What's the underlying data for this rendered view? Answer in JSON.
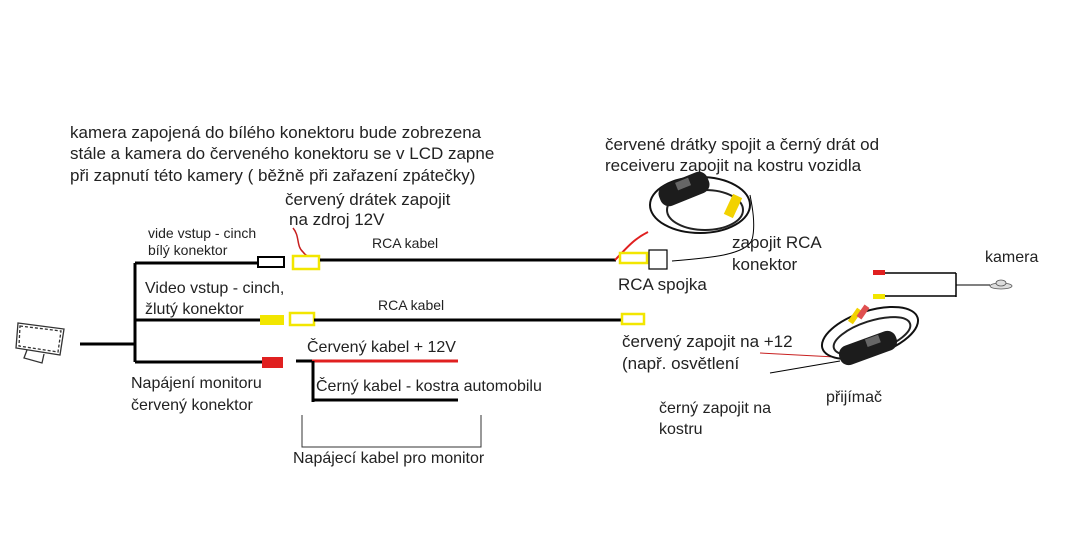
{
  "note": {
    "lines": [
      "kamera zapojená do bílého konektoru bude zobrezena",
      "stále a kamera do červeného konektoru se v LCD zapne",
      "při zapnutí této kamery ( běžně při zařazení zpátečky)"
    ]
  },
  "labels": {
    "red_wire_line1": "červený drátek zapojit",
    "red_wire_line2": "na zdroj 12V",
    "white_input_line1": "vide vstup - cinch",
    "white_input_line2": "bílý konektor",
    "rca_cable_top": "RCA kabel",
    "yellow_input_line1": "Video vstup - cinch,",
    "yellow_input_line2": "žlutý konektor",
    "rca_cable_middle": "RCA kabel",
    "power_line1": "Napájení monitoru",
    "power_line2": "červený konektor",
    "red_cable": "Červený kabel + 12V",
    "black_cable": "Černý kabel - kostra automobilu",
    "power_cable": "Napájecí kabel pro monitor",
    "receiver_note_line1": "červené drátky spojit a černý drát od",
    "receiver_note_line2": "receiveru zapojit na kostru vozidla",
    "connect_rca_line1": "zapojit RCA",
    "connect_rca_line2": "konektor",
    "rca_coupler": "RCA spojka",
    "red_12_line1": "červený zapojit na +12",
    "red_12_line2": "(např. osvětlení",
    "black_ground_line1": "černý zapojit na",
    "black_ground_line2": "kostru",
    "receiver": "přijímač",
    "camera": "kamera"
  },
  "colors": {
    "wire": "#000000",
    "red": "#e02020",
    "yellow": "#f2e600"
  }
}
